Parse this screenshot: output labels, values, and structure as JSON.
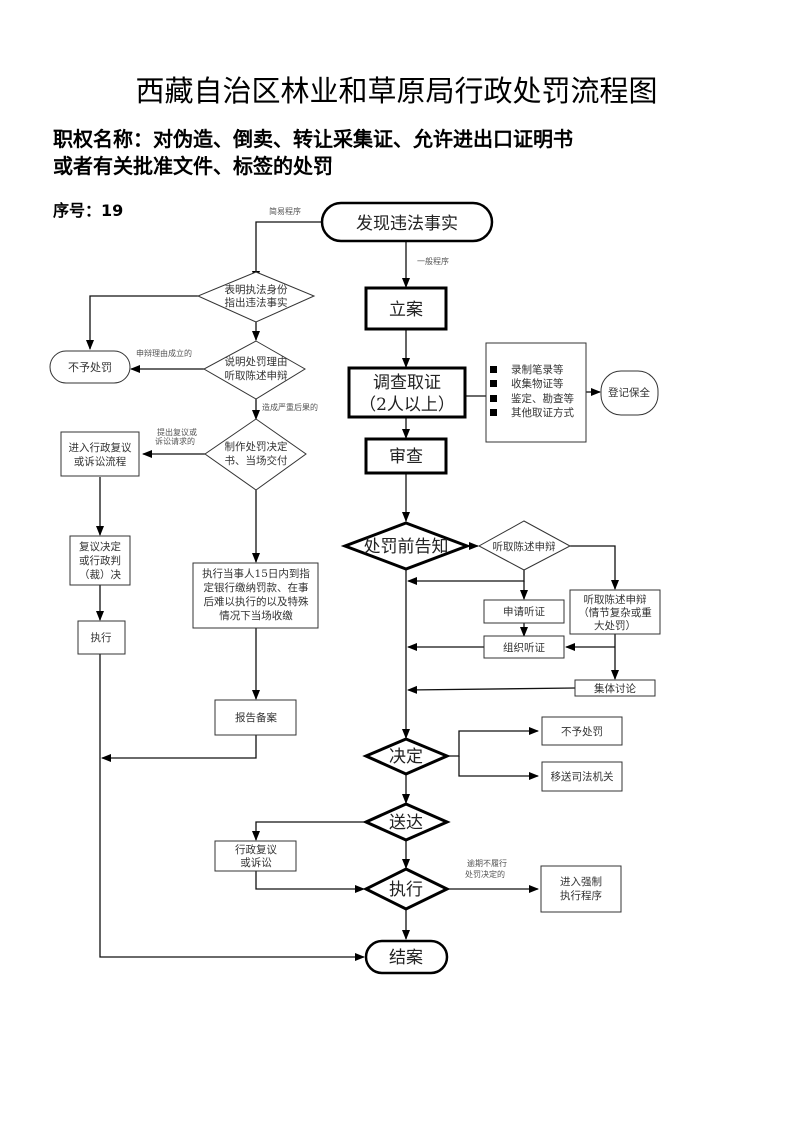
{
  "header": {
    "title": "西藏自治区林业和草原局行政处罚流程图",
    "subtitle_line1": "职权名称：对伪造、倒卖、转让采集证、允许进出口证明书",
    "subtitle_line2": "或者有关批准文件、标签的处罚",
    "serial": "序号：19"
  },
  "flow": {
    "start": "发现违法事实",
    "simple_label": "简易程序",
    "general_label": "一般程序",
    "simple": {
      "identify_l1": "表明执法身份",
      "identify_l2": "指出违法事实",
      "explain_l1": "说明处罚理由",
      "explain_l2": "听取陈述申辩",
      "defense_valid_label": "申辩理由成立的",
      "no_penalty": "不予处罚",
      "serious_label": "造成严重后果的",
      "decision_l1": "制作处罚决定",
      "decision_l2": "书、当场交付",
      "appeal_label_l1": "提出复议或",
      "appeal_label_l2": "诉讼请求的",
      "review_l1": "进入行政复议",
      "review_l2": "或诉讼流程",
      "ruling_l1": "复议决定",
      "ruling_l2": "或行政判",
      "ruling_l3": "（裁）决",
      "execute": "执行",
      "pay_l1": "执行当事人15日内到指",
      "pay_l2": "定银行缴纳罚款、在事",
      "pay_l3": "后难以执行的以及特殊",
      "pay_l4": "情况下当场收缴",
      "report": "报告备案"
    },
    "general": {
      "file_case": "立案",
      "investigate_l1": "调查取证",
      "investigate_l2": "（2人以上）",
      "evidence_items": [
        "录制笔录等",
        "收集物证等",
        "鉴定、勘查等",
        "其他取证方式"
      ],
      "register": "登记保全",
      "review": "审查",
      "notice": "处罚前告知",
      "hear_defense": "听取陈述申辩",
      "apply_hearing": "申请听证",
      "hear_complex_l1": "听取陈述申辩",
      "hear_complex_l2": "（情节复杂或重",
      "hear_complex_l3": "大处罚）",
      "organize_hearing": "组织听证",
      "collective": "集体讨论",
      "decide": "决定",
      "no_penalty": "不予处罚",
      "transfer": "移送司法机关",
      "deliver": "送达",
      "admin_review_l1": "行政复议",
      "admin_review_l2": "或诉讼",
      "execute": "执行",
      "overdue_label_l1": "逾期不履行",
      "overdue_label_l2": "处罚决定的",
      "enforce_l1": "进入强制",
      "enforce_l2": "执行程序",
      "close": "结案"
    }
  }
}
